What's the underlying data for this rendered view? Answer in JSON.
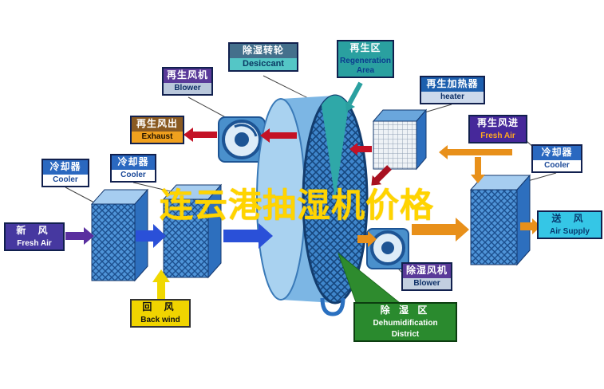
{
  "watermark": {
    "text": "连云港抽湿机价格",
    "color": "#ffd400"
  },
  "labels": {
    "regen_blower": {
      "zh": "再生风机",
      "en": "Blower"
    },
    "desiccant": {
      "zh": "除湿转轮",
      "en": "Desiccant"
    },
    "regen_area": {
      "zh": "再生区",
      "en": "Regeneration Area"
    },
    "heater": {
      "zh": "再生加热器",
      "en": "heater"
    },
    "exhaust": {
      "zh": "再生风出",
      "en": "Exhaust"
    },
    "regen_fresh_air": {
      "zh": "再生风进",
      "en": "Fresh Air"
    },
    "cooler_left": {
      "zh": "冷却器",
      "en": "Cooler"
    },
    "cooler_mid": {
      "zh": "冷却器",
      "en": "Cooler"
    },
    "cooler_right": {
      "zh": "冷却器",
      "en": "Cooler"
    },
    "fresh_air": {
      "zh": "新  风",
      "en": "Fresh Air"
    },
    "back_wind": {
      "zh": "回  风",
      "en": "Back wind"
    },
    "dehumid_blower": {
      "zh": "除湿风机",
      "en": "Blower"
    },
    "dehumid_district": {
      "zh": "除 湿 区",
      "en_line1": "Dehumidification",
      "en_line2": "District"
    },
    "air_supply": {
      "zh": "送  风",
      "en": "Air Supply"
    }
  },
  "colors": {
    "watermark": "#ffd400",
    "purple_label": "#5a3a99",
    "deep_purple_label": "#46289a",
    "teal_label": "#2aa0a0",
    "blue_label": "#1d5fae",
    "brown_label": "#8a5a22",
    "orange_accent": "#f0a01e",
    "yellow_label": "#f0d400",
    "green_label": "#2a8a2e",
    "cyan_label": "#35c6e6",
    "cooler_blue": "#2a68c0",
    "process_arrow_blue": "#2a50d8",
    "regen_arrow_red": "#c41226",
    "supply_arrow_orange": "#e8901a",
    "wheel_blue": "#3f86cc"
  }
}
